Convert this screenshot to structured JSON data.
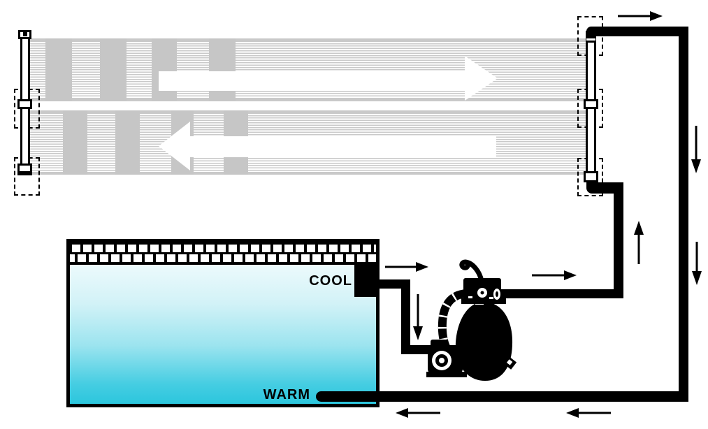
{
  "diagram": {
    "description": "Solar pool heater panel installation and water flow diagram",
    "pool": {
      "cool_label": "COOL",
      "warm_label": "WARM"
    },
    "panels": {
      "count": 2,
      "top_panel_flow": "right",
      "bottom_panel_flow": "left"
    },
    "flow_arrows": [
      {
        "id": "panel-top-internal",
        "direction": "right",
        "style": "white-block-arrow"
      },
      {
        "id": "panel-bottom-internal",
        "direction": "left",
        "style": "white-block-arrow"
      },
      {
        "id": "top-outlet",
        "direction": "right"
      },
      {
        "id": "right-pipe-upper",
        "direction": "down"
      },
      {
        "id": "right-pipe-lower",
        "direction": "down"
      },
      {
        "id": "skimmer-outlet",
        "direction": "right"
      },
      {
        "id": "skimmer-drop",
        "direction": "down"
      },
      {
        "id": "filter-outlet",
        "direction": "right"
      },
      {
        "id": "panel-feed",
        "direction": "up"
      },
      {
        "id": "warm-return-near",
        "direction": "left"
      },
      {
        "id": "warm-return-far",
        "direction": "left"
      }
    ],
    "icons": {
      "pump_filter": "sand-filter-pump-icon",
      "skimmer": "skimmer-box-icon",
      "connector_outline": "dashed-connector-box"
    },
    "colors": {
      "pipe": "#000000",
      "panel_gray": "#c9c9c9",
      "water_top": "#ecfafc",
      "water_bottom": "#2cc6dd",
      "label_text": "#000000"
    }
  }
}
